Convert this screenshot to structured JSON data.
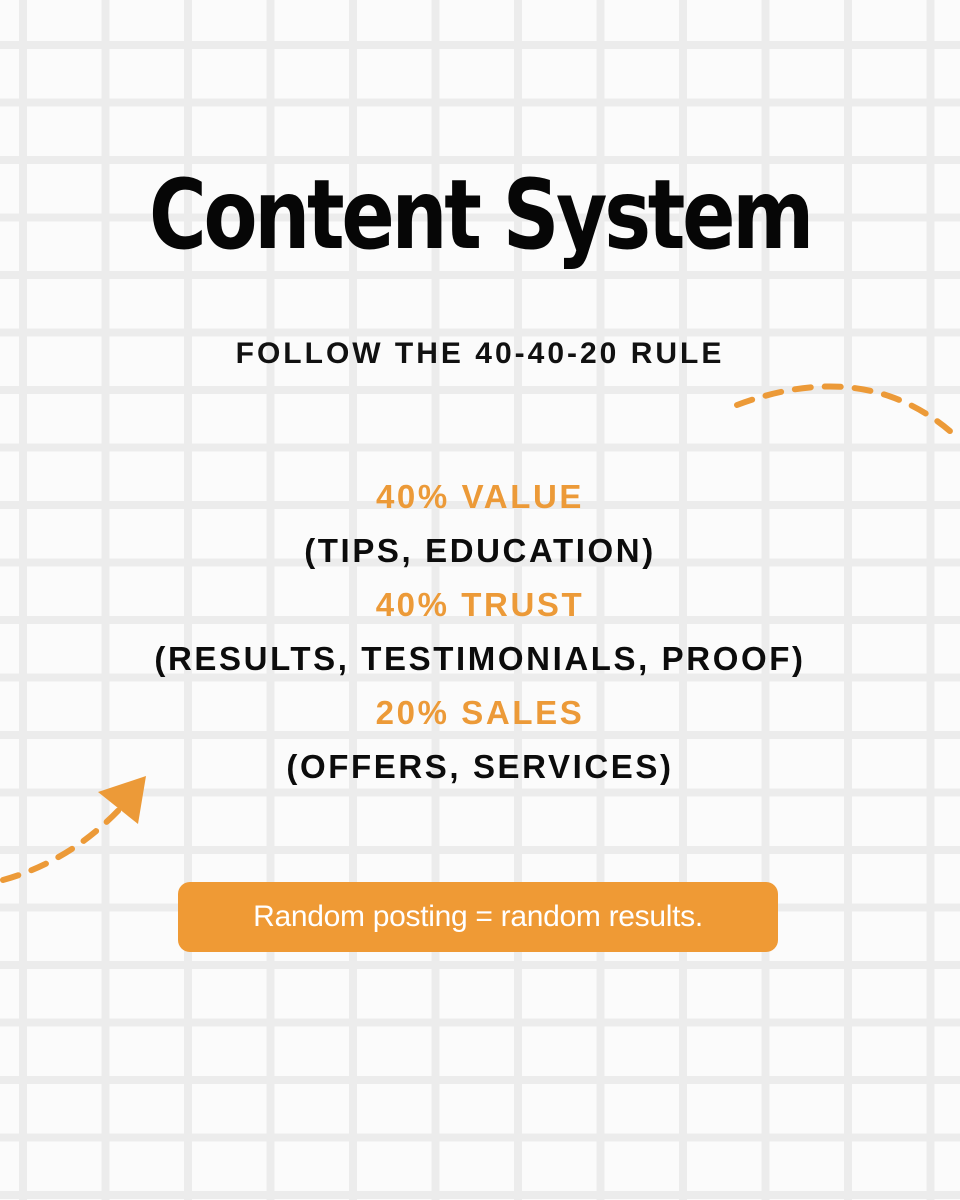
{
  "title": "Content System",
  "subtitle": "FOLLOW THE 40-40-20 RULE",
  "rules": [
    {
      "percent_label": "40% VALUE",
      "detail": "(TIPS, EDUCATION)"
    },
    {
      "percent_label": "40% TRUST",
      "detail": "(RESULTS, TESTIMONIALS, PROOF)"
    },
    {
      "percent_label": "20% SALES",
      "detail": "(OFFERS, SERVICES)"
    }
  ],
  "callout": "Random posting = random results.",
  "colors": {
    "accent": "#ec9a38",
    "callout_background": "#ef9a35",
    "text": "#0c0c0c",
    "background": "#fbfbfb",
    "grid": "#ececec"
  },
  "icons": {
    "top_right": "dashed-curve",
    "bottom_left": "dashed-arrow"
  }
}
